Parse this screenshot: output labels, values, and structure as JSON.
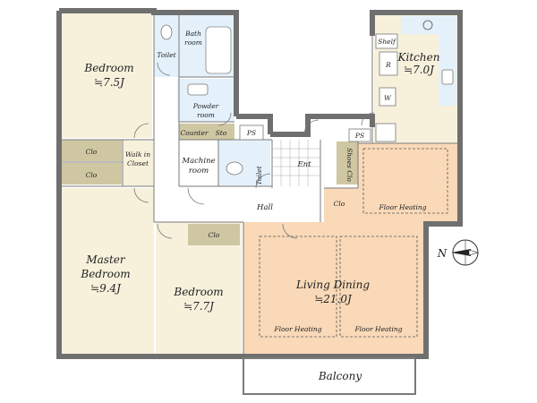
{
  "colors": {
    "room_cream": "#f7f1dc",
    "closet_olive": "#cfc7a2",
    "heating_peach": "#f9d9b8",
    "wet_blue": "#e4f1fb",
    "wall_gray": "#6f6f6f"
  },
  "rooms": {
    "bedroom1": {
      "name": "Bedroom",
      "size": "≒7.5J"
    },
    "master": {
      "name_line1": "Master",
      "name_line2": "Bedroom",
      "size": "≒9.4J"
    },
    "bedroom2": {
      "name": "Bedroom",
      "size": "≒7.7J"
    },
    "living": {
      "name": "Living Dining",
      "size": "≒21.0J"
    },
    "kitchen": {
      "name": "Kitchen",
      "size": "≒7.0J"
    }
  },
  "labels": {
    "bath_line1": "Bath",
    "bath_line2": "room",
    "toilet": "Toilet",
    "powder_line1": "Powder",
    "powder_line2": "room",
    "counter": "Counter",
    "sto": "Sto",
    "ps": "PS",
    "machine_line1": "Machine",
    "machine_line2": "room",
    "toilet2": "Toilet",
    "ent": "Ent",
    "shoes_clo": "Shoes Clo",
    "hall": "Hall",
    "clo": "Clo",
    "walkin_line1": "Walk in",
    "walkin_line2": "Closet",
    "shelf": "Shelf",
    "fridge": "R",
    "washer": "W",
    "floor_heating": "Floor Heating",
    "balcony": "Balcony",
    "north": "N"
  },
  "icons": [
    "compass-rose-icon",
    "door-swing-icon",
    "toilet-icon",
    "sink-icon",
    "stove-icon"
  ]
}
